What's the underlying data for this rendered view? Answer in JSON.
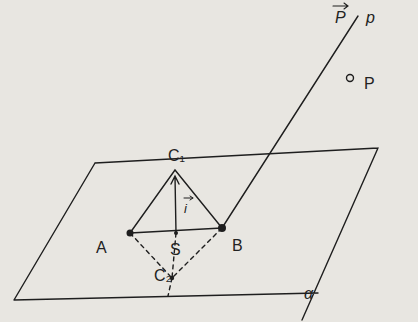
{
  "diagram": {
    "labels": [
      "P",
      "p",
      "P",
      "C₁",
      "i",
      "A",
      "S",
      "B",
      "C₂",
      "α"
    ]
  }
}
